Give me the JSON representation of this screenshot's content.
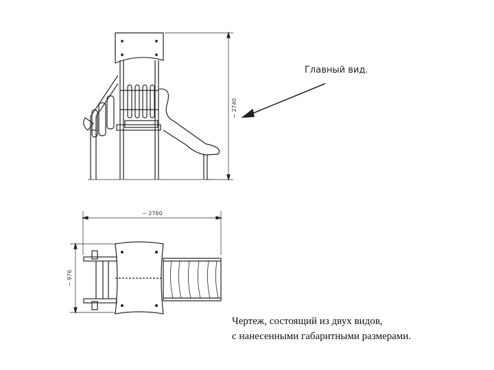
{
  "main_view_label": "Главный вид.",
  "caption": {
    "line1": "Чертеж, состоящий из двух видов,",
    "line2": "с нанесенными габаритными размерами."
  },
  "dimensions": {
    "height": "~ 2740",
    "length": "~ 2760",
    "width": "~ 976"
  }
}
